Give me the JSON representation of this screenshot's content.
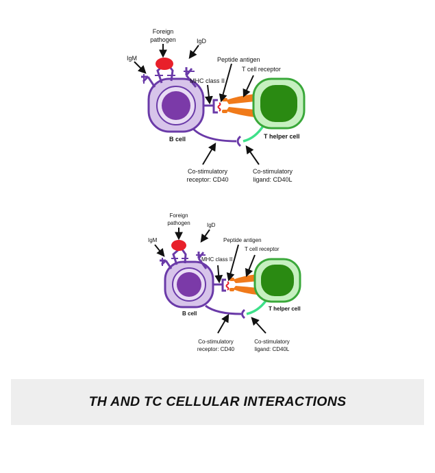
{
  "diagrams": [
    {
      "labels": {
        "foreign_pathogen": [
          "Foreign",
          "pathogen"
        ],
        "igd": "IgD",
        "igm": "IgM",
        "peptide_antigen": "Peptide antigen",
        "t_cell_receptor": "T cell receptor",
        "mhc_class_ii": "MHC class II",
        "b_cell": "B cell",
        "t_helper_cell": "T helper cell",
        "co_stim_receptor": [
          "Co-stimulatory",
          "receptor: CD40"
        ],
        "co_stim_ligand": [
          "Co-stimulatory",
          "ligand: CD40L"
        ]
      }
    },
    {
      "labels": {
        "foreign_pathogen": [
          "Foreign",
          "pathogen"
        ],
        "igd": "IgD",
        "igm": "IgM",
        "peptide_antigen": "Peptide antigen",
        "t_cell_receptor": "T cell receptor",
        "mhc_class_ii": "MHC class II",
        "b_cell": "B cell",
        "t_helper_cell": "T helper cell",
        "co_stim_receptor": [
          "Co-stimulatory",
          "receptor: CD40"
        ],
        "co_stim_ligand": [
          "Co-stimulatory",
          "ligand: CD40L"
        ]
      }
    }
  ],
  "banner": {
    "title": "TH AND TC CELLULAR INTERACTIONS"
  },
  "colors": {
    "b_cell_outer": "#d7c4ea",
    "b_cell_border": "#6a3aa8",
    "b_cell_nucleus": "#7b3aa8",
    "t_cell_outer": "#c6f0c0",
    "t_cell_border": "#3aa83a",
    "t_cell_nucleus": "#2a8a12",
    "pathogen": "#e8202a",
    "receptor": "#f07a1a",
    "antigen": "#e8202a",
    "ligand": "#3ee08a",
    "banner_bg": "#eeeeee"
  }
}
